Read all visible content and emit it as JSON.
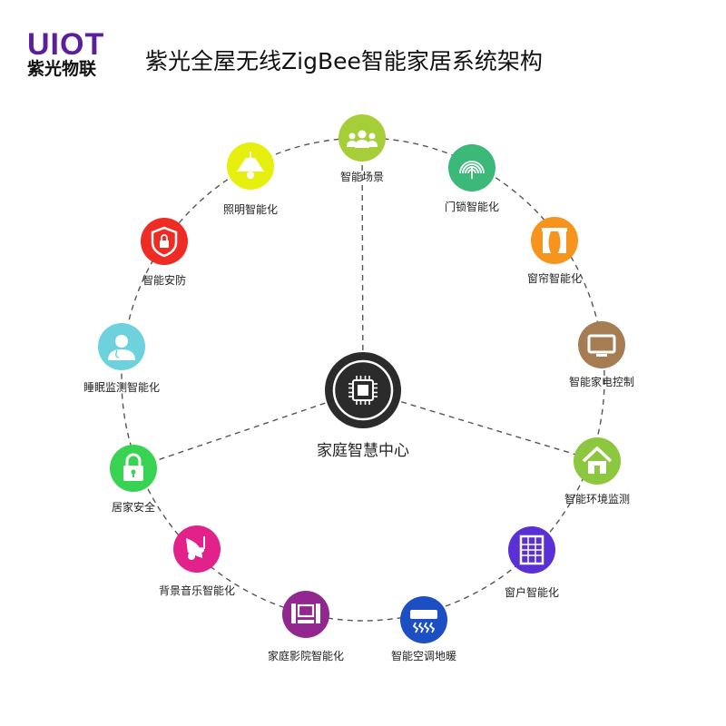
{
  "logo": {
    "brand": "UIOT",
    "name": "紫光物联"
  },
  "title": "紫光全屋无线ZigBee智能家居系统架构",
  "hub": {
    "label": "家庭智慧中心",
    "icon": "chip-icon",
    "color": "#2b2b2b"
  },
  "nodes": [
    {
      "label": "智能场景",
      "icon": "people-icon",
      "color": "#a6ce39"
    },
    {
      "label": "门锁智能化",
      "icon": "fingerprint-icon",
      "color": "#3cb878"
    },
    {
      "label": "窗帘智能化",
      "icon": "curtain-icon",
      "color": "#f7941d"
    },
    {
      "label": "智能家电控制",
      "icon": "tv-icon",
      "color": "#a67c52"
    },
    {
      "label": "智能环境监测",
      "icon": "house-icon",
      "color": "#8dc63f"
    },
    {
      "label": "窗户智能化",
      "icon": "window-icon",
      "color": "#5b2fd6"
    },
    {
      "label": "智能空调地暖",
      "icon": "air-conditioner-icon",
      "color": "#1c4fc3"
    },
    {
      "label": "家庭影院智能化",
      "icon": "home-theater-icon",
      "color": "#92278f"
    },
    {
      "label": "背景音乐智能化",
      "icon": "music-icon",
      "color": "#e2218a"
    },
    {
      "label": "居家安全",
      "icon": "padlock-icon",
      "color": "#39d353"
    },
    {
      "label": "睡眠监测智能化",
      "icon": "doctor-icon",
      "color": "#6ed1de"
    },
    {
      "label": "智能安防",
      "icon": "shield-icon",
      "color": "#ee2b24"
    },
    {
      "label": "照明智能化",
      "icon": "lamp-icon",
      "color": "#e7ef0f"
    }
  ]
}
